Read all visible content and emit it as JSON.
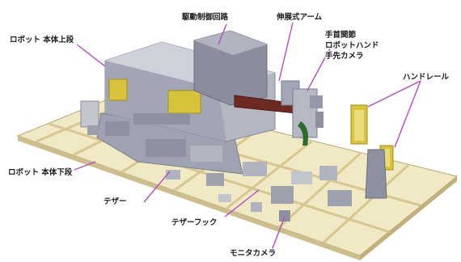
{
  "labels": {
    "upper_body": "ロボット 本体上段",
    "drive_control": "駆動制御回路",
    "extension_arm": "伸展式アーム",
    "wrist_joint": "手首関節",
    "robot_hand": "ロボットハンド",
    "hand_camera": "手先カメラ",
    "handrail": "ハンドレール",
    "lower_body": "ロボット 本体下段",
    "tether": "テザー",
    "tether_hook": "テザーフック",
    "monitor_camera": "モニタカメラ"
  },
  "colors": {
    "leader_line": "#b14fc2",
    "base_frame": "#e8dcae",
    "body_gray": "#a9abb8",
    "accent_yellow": "#d8c33a",
    "arm_brown": "#6e2a22"
  }
}
